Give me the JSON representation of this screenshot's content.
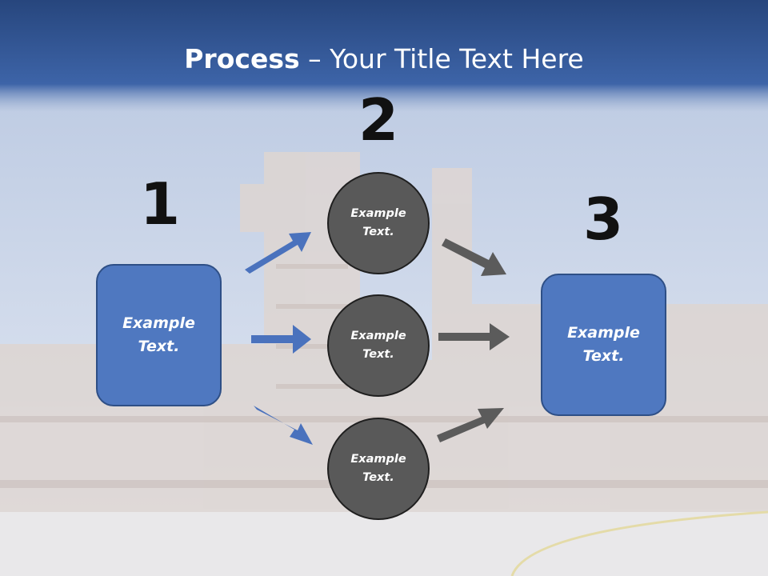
{
  "slide": {
    "title_bold": "Process",
    "title_rest": " – Your Title Text Here"
  },
  "steps": {
    "step1": {
      "number": "1",
      "text": "Example Text."
    },
    "step2": {
      "number": "2",
      "text": "Example Text."
    },
    "step3": {
      "number": "3",
      "text": "Example Text."
    }
  },
  "circles": [
    "Example Text.",
    "Example Text.",
    "Example Text."
  ],
  "colors": {
    "header_blue": "#2c4f88",
    "box_blue": "#4f78c0",
    "box_border": "#2e4f86",
    "circle_gray": "#595959",
    "arrow_blue": "#4a72bd",
    "arrow_gray": "#5b5b5b",
    "number_color": "#111111"
  }
}
